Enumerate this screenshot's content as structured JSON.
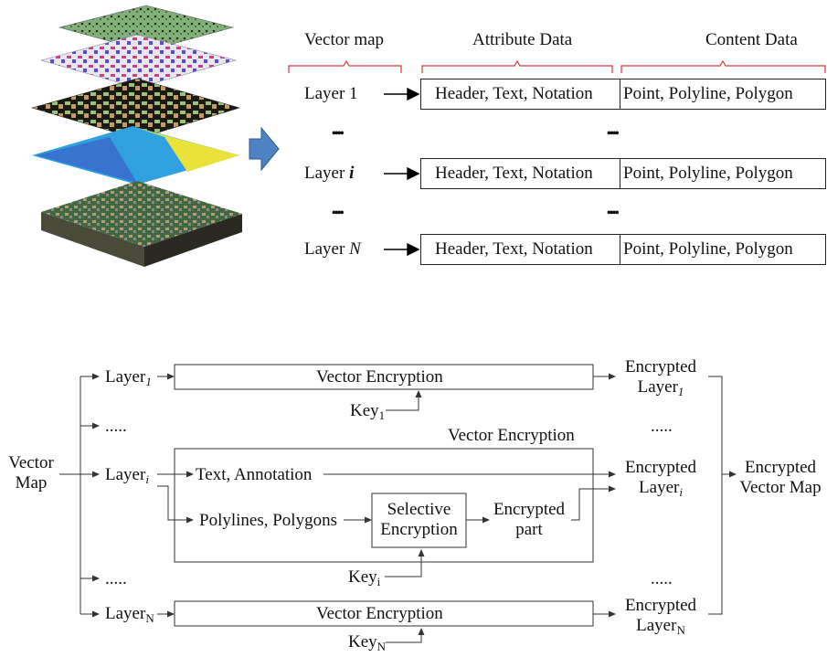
{
  "top": {
    "headers": {
      "vector_map": "Vector map",
      "attribute_data": "Attribute Data",
      "content_data": "Content Data"
    },
    "rows": [
      {
        "label": "Layer 1",
        "attr": "Header, Text, Notation",
        "content": "Point, Polyline, Polygon"
      },
      {
        "label": "Layer ",
        "label_var": "i",
        "attr": "Header, Text, Notation",
        "content": "Point, Polyline, Polygon"
      },
      {
        "label": "Layer ",
        "label_var": "N",
        "attr": "Header, Text, Notation",
        "content": "Point, Polyline, Polygon"
      }
    ],
    "dots": "••••"
  },
  "bottom": {
    "vector_map": [
      "Vector",
      "Map"
    ],
    "layer1": {
      "base": "Layer",
      "sub": "1"
    },
    "layeri": {
      "base": "Layer",
      "sub": "i"
    },
    "layerN": {
      "base": "Layer",
      "sub": "N"
    },
    "dots": ".....",
    "vector_encryption": "Vector Encryption",
    "key1": {
      "base": "Key",
      "sub": "1"
    },
    "keyi": {
      "base": "Key",
      "sub": "i"
    },
    "keyN": {
      "base": "Key",
      "sub": "N"
    },
    "text_annotation": "Text, Annotation",
    "polylines_polygons": "Polylines, Polygons",
    "selective": [
      "Selective",
      "Encryption"
    ],
    "encrypted_part": [
      "Encrypted",
      "part"
    ],
    "encrypted": "Encrypted",
    "encrypted_vector_map": [
      "Encrypted",
      "Vector Map"
    ]
  }
}
